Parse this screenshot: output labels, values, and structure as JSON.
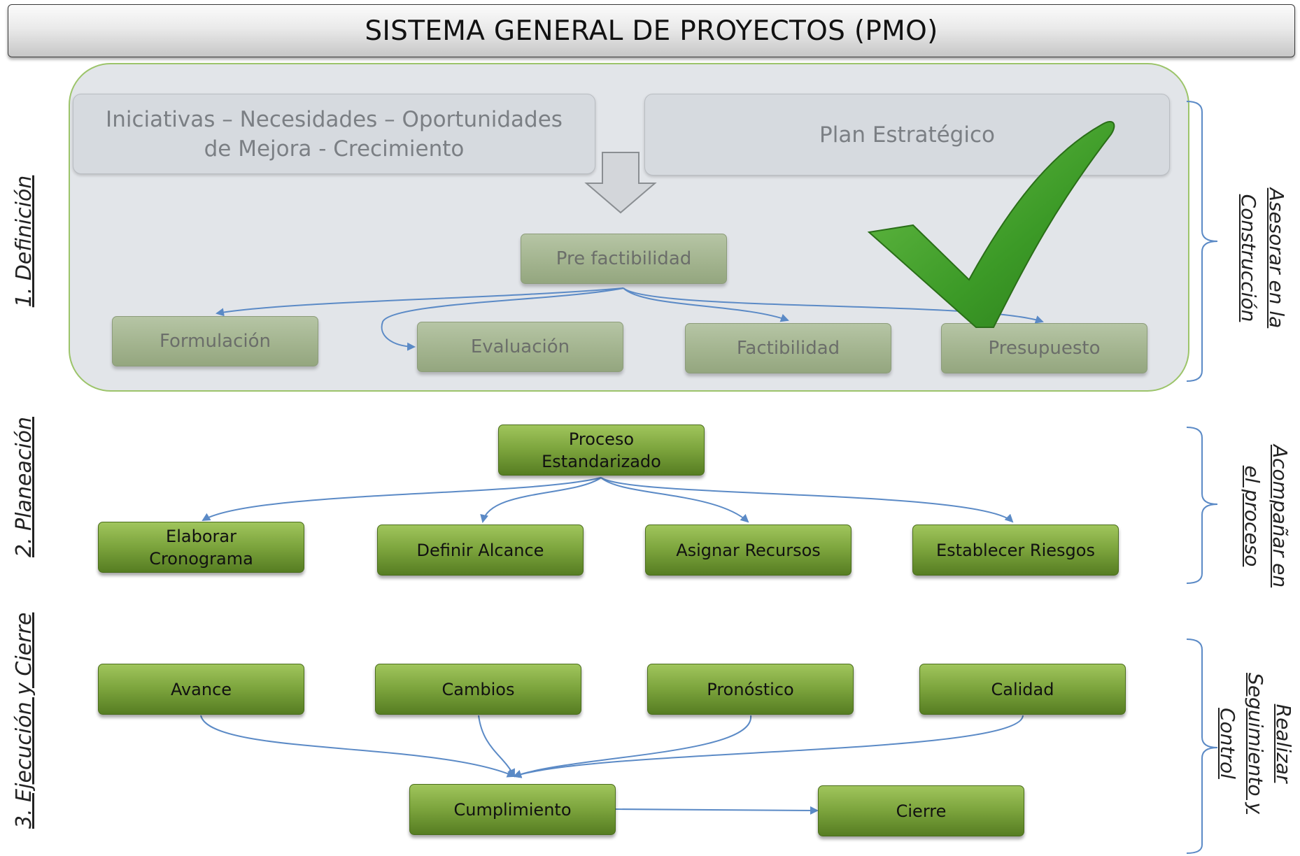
{
  "title": "SISTEMA GENERAL DE PROYECTOS (PMO)",
  "colors": {
    "green_node": "#7ba33c",
    "faded_node": "#a3b48f",
    "panel_border": "#9cc46a",
    "connector": "#5b8ac6",
    "checkmark": "#3f9c2a"
  },
  "definition": {
    "phase_label": "1. Definición",
    "initiatives": "Iniciativas – Necesidades – Oportunidades de Mejora - Crecimiento",
    "strategic_plan": "Plan Estratégico",
    "root": "Pre factibilidad",
    "children": [
      "Formulación",
      "Evaluación",
      "Factibilidad",
      "Presupuesto"
    ],
    "side_label": "Asesorar en la Construcción",
    "icons": [
      "down-arrow-icon",
      "checkmark-icon"
    ]
  },
  "planning": {
    "phase_label": "2. Planeación",
    "root": "Proceso Estandarizado",
    "children": [
      "Elaborar Cronograma",
      "Definir Alcance",
      "Asignar Recursos",
      "Establecer Riesgos"
    ],
    "side_label": "Acompañar en el proceso"
  },
  "execution": {
    "phase_label": "3. Ejecución y Cierre",
    "inputs": [
      "Avance",
      "Cambios",
      "Pronóstico",
      "Calidad"
    ],
    "compliance": "Cumplimiento",
    "closure": "Cierre",
    "side_label": "Realizar Seguimiento y Control"
  }
}
